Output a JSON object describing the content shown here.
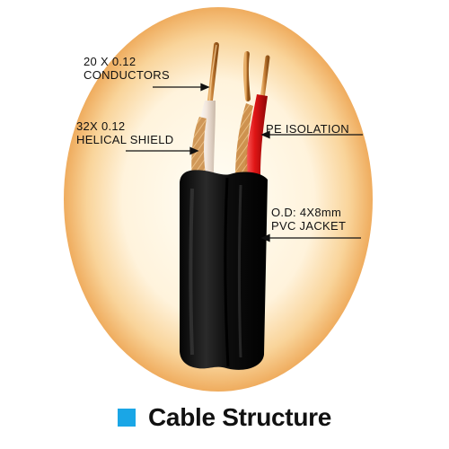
{
  "labels": {
    "conductors": [
      "20 X 0.12",
      "CONDUCTORS"
    ],
    "shield": [
      "32X 0.12",
      "HELICAL SHIELD"
    ],
    "isolation": [
      "PE ISOLATION"
    ],
    "jacket": [
      "O.D: 4X8mm",
      "PVC JACKET"
    ]
  },
  "caption": {
    "text": "Cable Structure",
    "square_color": "#1aa6e6"
  },
  "colors": {
    "halo_center": "#fffdf2",
    "halo_edge": "#f2b568",
    "jacket": "#141414",
    "copper": "#c8873e",
    "pe_white": "#f5ece4",
    "pe_red": "#d81818"
  }
}
